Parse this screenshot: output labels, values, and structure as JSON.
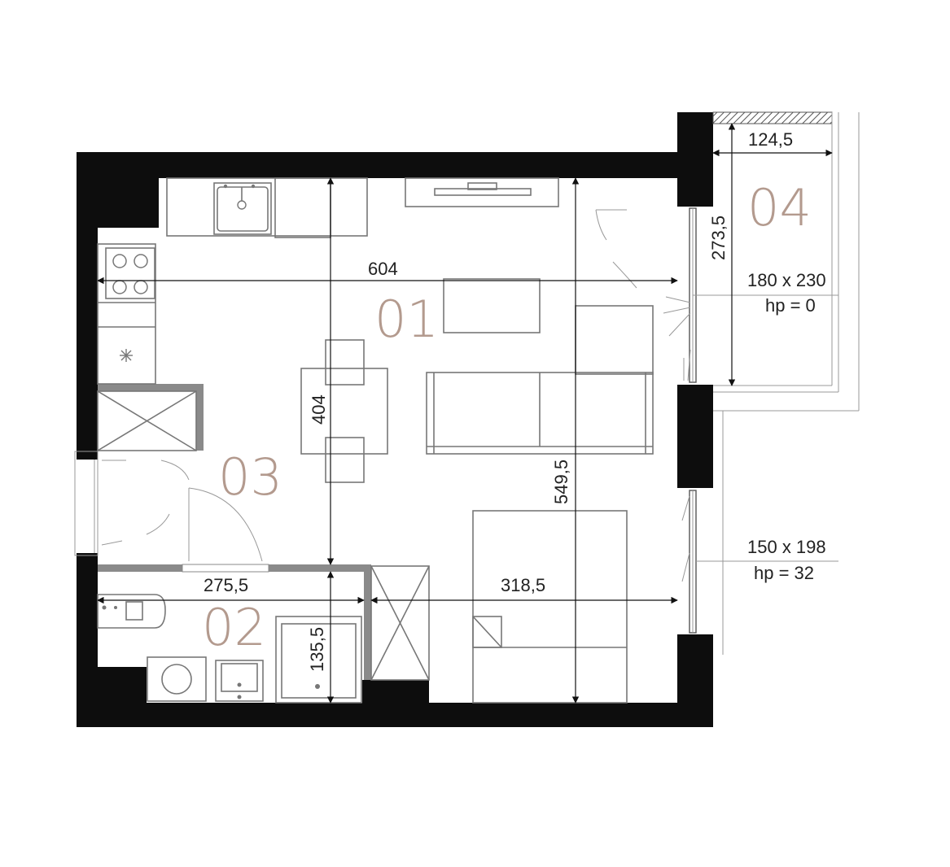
{
  "rooms": {
    "r01": "01",
    "r02": "02",
    "r03": "03",
    "r04": "04"
  },
  "dimensions": {
    "d604": "604",
    "d404": "404",
    "d549_5": "549,5",
    "d275_5": "275,5",
    "d318_5": "318,5",
    "d135_5": "135,5",
    "d124_5": "124,5",
    "d273_5": "273,5"
  },
  "windows": {
    "w1_size": "180 x 230",
    "w1_hp": "hp = 0",
    "w2_size": "150 x 198",
    "w2_hp": "hp = 32"
  },
  "colors": {
    "wall": "#0d0d0d",
    "partition": "#8a8a8a",
    "room_label": "#b39a8e"
  }
}
